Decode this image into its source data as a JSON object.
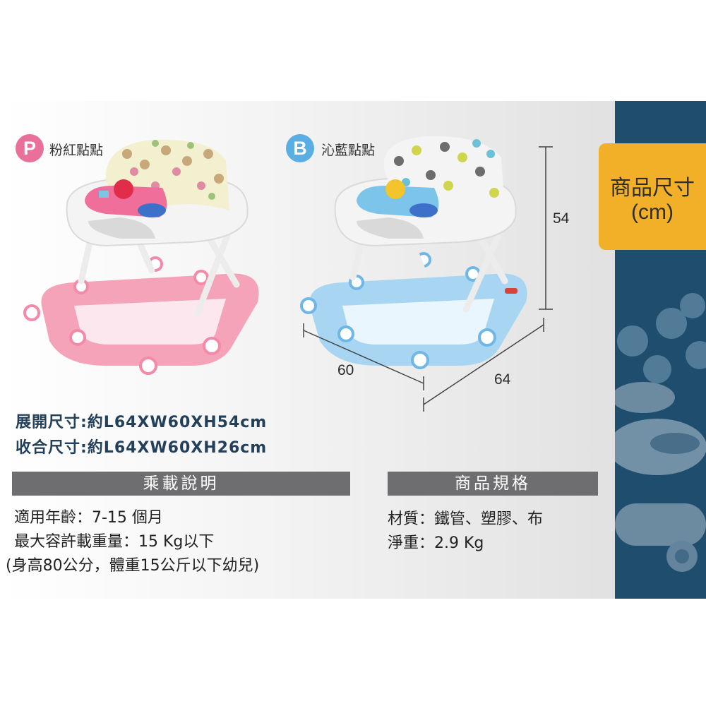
{
  "variants": [
    {
      "badge": "P",
      "label": "粉紅點點",
      "badge_color": "#e8709a",
      "frame_color": "#f5a3b8"
    },
    {
      "badge": "B",
      "label": "沁藍點點",
      "badge_color": "#5aaee3",
      "frame_color": "#a8d6f2"
    }
  ],
  "size_tag": {
    "line1": "商品尺寸",
    "line2": "(cm)",
    "color": "#f2b029"
  },
  "dimensions": {
    "height": "54",
    "width": "60",
    "length": "64"
  },
  "specs": {
    "open": "展開尺寸:約L64XW60XH54cm",
    "folded": "收合尺寸:約L64XW60XH26cm"
  },
  "ride_info": {
    "title": "乘載說明",
    "lines": [
      "適用年齡：7-15 個月",
      "最大容許載重量：15 Kg以下",
      "(身高80公分，體重15公斤以下幼兒)"
    ]
  },
  "product_spec": {
    "title": "商品規格",
    "lines": [
      "材質：鐵管、塑膠、布",
      "淨重：2.9 Kg"
    ]
  },
  "colors": {
    "accent_blue": "#1f4d6e",
    "heading_blue": "#23405a",
    "bar_gray": "#6e6e70"
  }
}
